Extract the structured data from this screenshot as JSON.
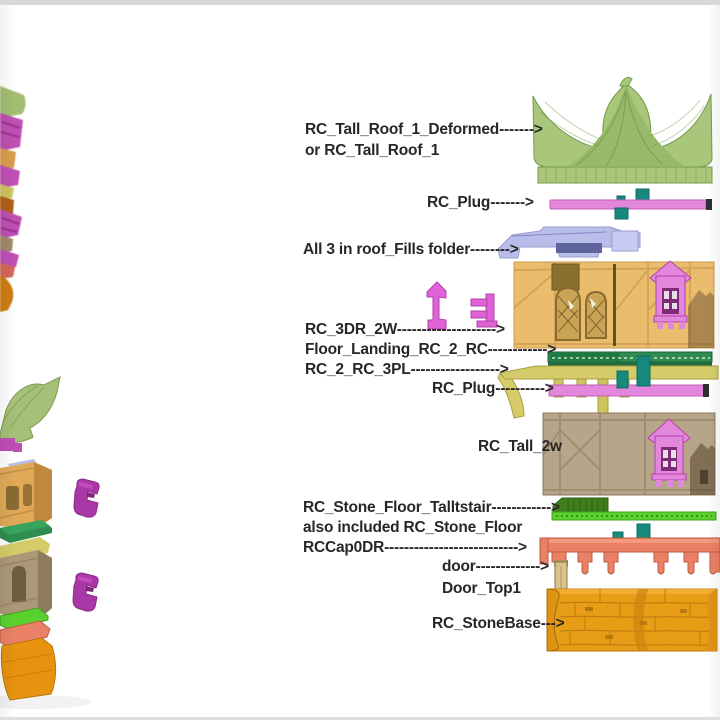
{
  "labels": {
    "roof_line1": "RC_Tall_Roof_1_Deformed------->",
    "roof_line2": "or RC_Tall_Roof_1",
    "plug1": "RC_Plug------->",
    "roof_fills": "All 3 in roof_Fills folder-------->",
    "dr3": "RC_3DR_2W-------------------->",
    "floor_landing": "Floor_Landing_RC_2_RC------------>",
    "rc2rc3pl": "RC_2_RC_3PL------------------>",
    "plug2": "RC_Plug---------->",
    "tall2w": "RC_Tall_2w",
    "stone_floor_line1": "RC_Stone_Floor_Talltstair------------>",
    "stone_floor_line2": "also included RC_Stone_Floor",
    "cap": "RCCap0DR--------------------------->",
    "door": "door------------->",
    "door_top": "Door_Top1",
    "stone_base": "RC_StoneBase--->"
  },
  "parts": [
    {
      "name": "RC_Tall_Roof_1_Deformed",
      "color": "#a9c77b"
    },
    {
      "name": "RC_Plug",
      "color": "#e387dd"
    },
    {
      "name": "roof_Fills",
      "color": "#b9bde9"
    },
    {
      "name": "RC_3DR_2W",
      "color": "#df63d6"
    },
    {
      "name": "Floor_Landing_RC_2_RC",
      "color": "#2e8d4f"
    },
    {
      "name": "RC_2_RC_3PL",
      "color": "#d5cc69"
    },
    {
      "name": "RC_Tall_2w",
      "color": "#b7a58a"
    },
    {
      "name": "RC_Stone_Floor_Talltstair",
      "color": "#3f7d1e"
    },
    {
      "name": "RCCap0DR",
      "color": "#ea8166"
    },
    {
      "name": "door",
      "color": "#d9c28c"
    },
    {
      "name": "RC_StoneBase",
      "color": "#e89d17"
    }
  ],
  "colors": {
    "text": "#2b2626",
    "roof-green": "#a9c77b",
    "roof-green-hip": "#97b96a",
    "magenta": "#e387dd",
    "teal": "#17897c",
    "lavender": "#b9bde9",
    "tan": "#eabd6e",
    "dark-green": "#2e8d4f",
    "olive": "#d5cc69",
    "brown": "#b7a58a",
    "stair-green": "#3f7d1e",
    "bright-green": "#5bd12f",
    "salmon": "#ea8166",
    "stone-orange": "#e89d17",
    "door-tan": "#d9c28c",
    "purple-clip": "#a937a5"
  }
}
